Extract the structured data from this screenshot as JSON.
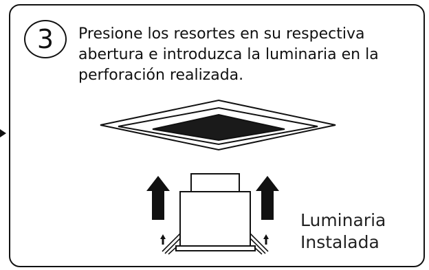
{
  "step": {
    "number": "3",
    "instruction": "Presione los resortes en su respectiva abertura e introduzca la luminaria en la perforación realizada."
  },
  "result_label": {
    "line1": "Luminaria",
    "line2": "Instalada"
  },
  "colors": {
    "ink": "#111111",
    "background": "#ffffff",
    "ceiling_opening": "#1a1a1a"
  },
  "icons": {
    "flow_arrow": "arrow-right-icon",
    "insert_arrows": "arrow-up-icon",
    "spring_arrows": "small-arrow-up-icon"
  }
}
